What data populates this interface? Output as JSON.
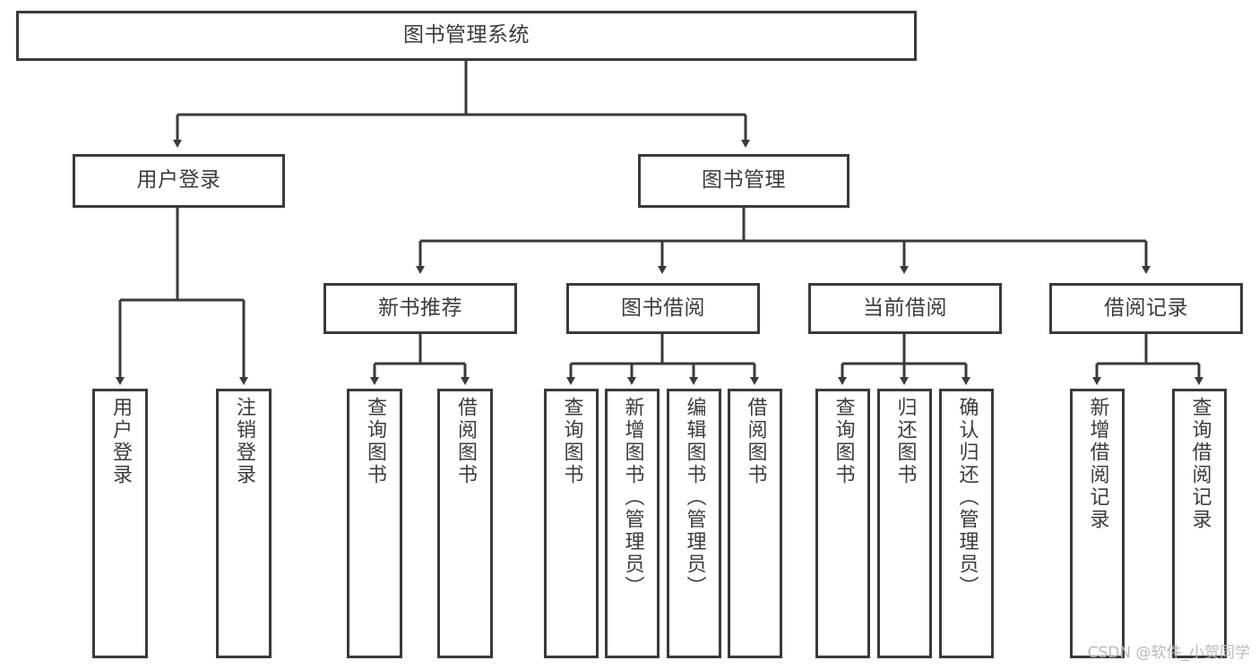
{
  "diagram": {
    "type": "hierarchy-tree",
    "title": "图书管理系统",
    "root": {
      "id": "root",
      "label": "图书管理系统"
    },
    "level2": [
      {
        "id": "user-login",
        "label": "用户登录"
      },
      {
        "id": "book-management",
        "label": "图书管理"
      }
    ],
    "level3": [
      {
        "id": "new-book-recommend",
        "label": "新书推荐",
        "parent": "book-management"
      },
      {
        "id": "book-borrow",
        "label": "图书借阅",
        "parent": "book-management"
      },
      {
        "id": "current-borrow",
        "label": "当前借阅",
        "parent": "book-management"
      },
      {
        "id": "borrow-record",
        "label": "借阅记录",
        "parent": "book-management"
      }
    ],
    "leaves": [
      {
        "id": "leaf-user-login",
        "label": "用户登录",
        "parent": "user-login"
      },
      {
        "id": "leaf-logout",
        "label": "注销登录",
        "parent": "user-login"
      },
      {
        "id": "leaf-query-book-1",
        "label": "查询图书",
        "parent": "new-book-recommend"
      },
      {
        "id": "leaf-borrow-book-1",
        "label": "借阅图书",
        "parent": "new-book-recommend"
      },
      {
        "id": "leaf-query-book-2",
        "label": "查询图书",
        "parent": "book-borrow"
      },
      {
        "id": "leaf-add-book",
        "label": "新增图书（管理员）",
        "parent": "book-borrow"
      },
      {
        "id": "leaf-edit-book",
        "label": "编辑图书（管理员）",
        "parent": "book-borrow"
      },
      {
        "id": "leaf-borrow-book-2",
        "label": "借阅图书",
        "parent": "book-borrow"
      },
      {
        "id": "leaf-query-book-3",
        "label": "查询图书",
        "parent": "current-borrow"
      },
      {
        "id": "leaf-return-book",
        "label": "归还图书",
        "parent": "current-borrow"
      },
      {
        "id": "leaf-confirm-return",
        "label": "确认归还（管理员）",
        "parent": "current-borrow"
      },
      {
        "id": "leaf-add-record",
        "label": "新增借阅记录",
        "parent": "borrow-record"
      },
      {
        "id": "leaf-query-record",
        "label": "查询借阅记录",
        "parent": "borrow-record"
      }
    ],
    "colors": {
      "border": "#3a3a3a",
      "text": "#3c3c3c",
      "background": "#ffffff",
      "connector": "#3a3a3a",
      "watermark": "#b9b9b9"
    }
  },
  "watermark": {
    "text": "CSDN @软件_小贺同学"
  }
}
